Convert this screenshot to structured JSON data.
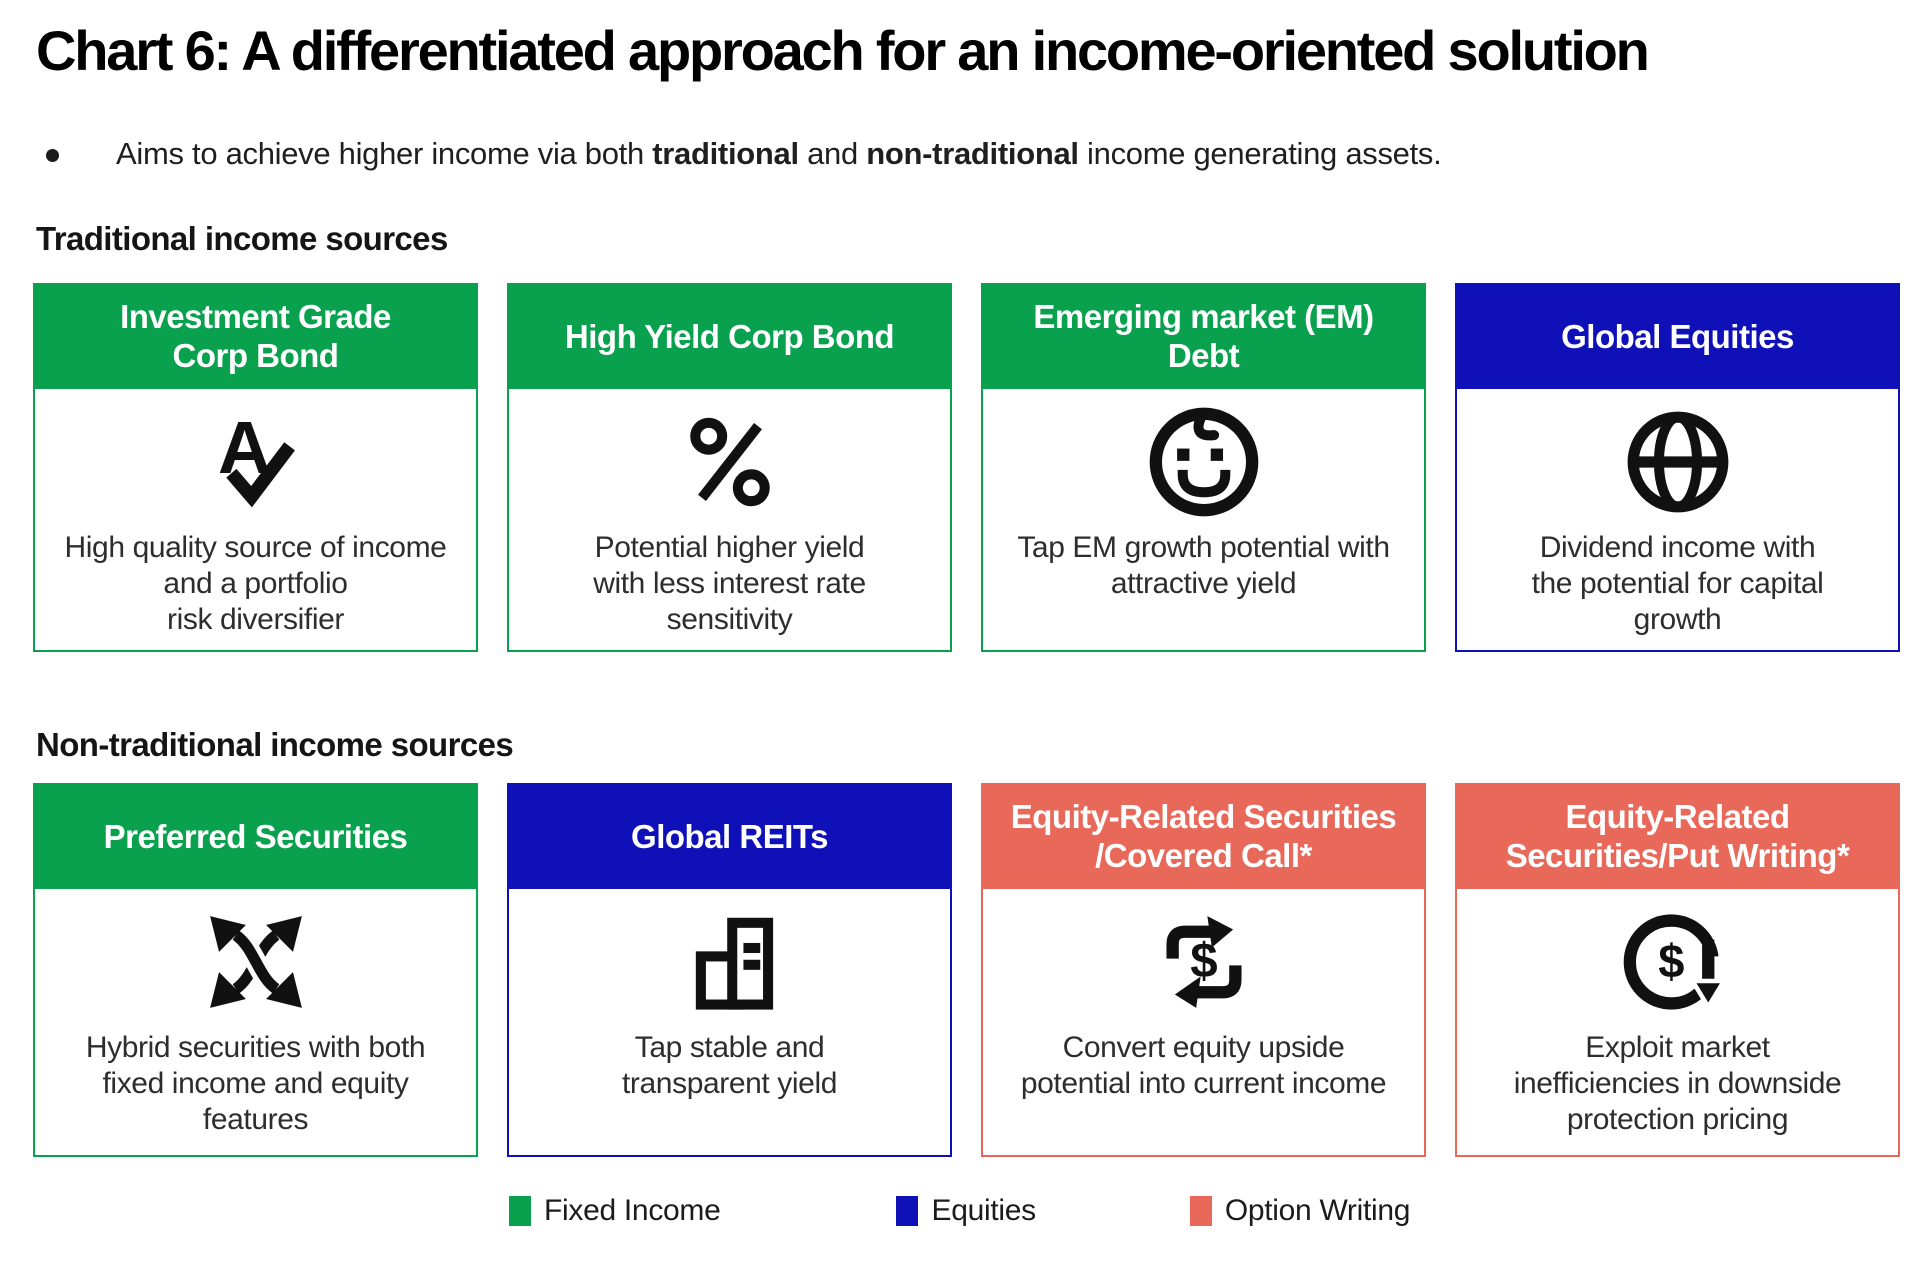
{
  "title": "Chart 6: A differentiated approach for an income-oriented solution",
  "bullet": {
    "prefix": "Aims to achieve higher income via both ",
    "bold1": "traditional",
    "middle": " and ",
    "bold2": "non-traditional",
    "suffix": " income generating assets."
  },
  "sections": [
    {
      "label": "Traditional income sources",
      "cards": [
        {
          "title": "Investment Grade\nCorp Bond",
          "category": "Fixed Income",
          "icon": "grade-a-check-icon",
          "description": "High quality source of income\nand a portfolio\nrisk diversifier"
        },
        {
          "title": "High Yield Corp Bond",
          "category": "Fixed Income",
          "icon": "percent-icon",
          "description": "Potential higher yield\nwith less interest rate\nsensitivity"
        },
        {
          "title": "Emerging market (EM)\nDebt",
          "category": "Fixed Income",
          "icon": "baby-face-icon",
          "description": "Tap EM growth potential with\nattractive yield"
        },
        {
          "title": "Global Equities",
          "category": "Equities",
          "icon": "globe-icon",
          "description": "Dividend income with\nthe potential for capital\ngrowth"
        }
      ]
    },
    {
      "label": "Non-traditional income sources",
      "cards": [
        {
          "title": "Preferred Securities",
          "category": "Fixed Income",
          "icon": "cross-arrows-icon",
          "description": "Hybrid securities with both\nfixed income and equity\nfeatures"
        },
        {
          "title": "Global REITs",
          "category": "Equities",
          "icon": "buildings-icon",
          "description": "Tap stable and\ntransparent yield"
        },
        {
          "title": "Equity-Related Securities\n/Covered Call*",
          "category": "Option Writing",
          "icon": "dollar-cycle-icon",
          "description": "Convert equity upside\npotential into current income"
        },
        {
          "title": "Equity-Related\nSecurities/Put Writing*",
          "category": "Option Writing",
          "icon": "dollar-down-arrow-icon",
          "description": "Exploit market\ninefficiencies in downside\nprotection pricing"
        }
      ]
    }
  ],
  "legend": {
    "items": [
      {
        "label": "Fixed Income",
        "color": "#0aa14e"
      },
      {
        "label": "Equities",
        "color": "#1010b8"
      },
      {
        "label": "Option Writing",
        "color": "#e8695a"
      }
    ]
  },
  "colors": {
    "fixed_income": "#0aa14e",
    "equities": "#1010b8",
    "option_writing": "#e8695a",
    "body_text": "#2d2d2d"
  }
}
